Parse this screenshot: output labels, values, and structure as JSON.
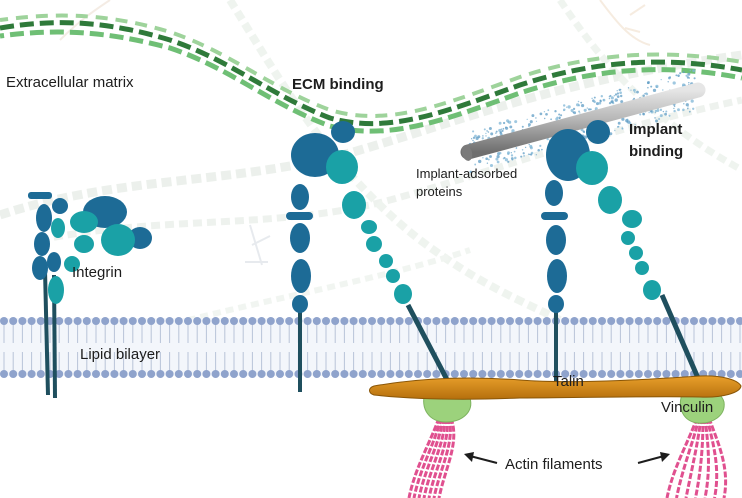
{
  "labels": {
    "extracellular_matrix": "Extracellular matrix",
    "ecm_binding": "ECM binding",
    "implant_binding_line1": "Implant",
    "implant_binding_line2": "binding",
    "implant_adsorbed_line1": "Implant-adsorbed",
    "implant_adsorbed_line2": "proteins",
    "integrin": "Integrin",
    "lipid_bilayer": "Lipid bilayer",
    "talin": "Talin",
    "vinculin": "Vinculin",
    "actin_filaments": "Actin filaments"
  },
  "colors": {
    "integrin_dark": "#1d6b96",
    "integrin_teal": "#1aa1a6",
    "membrane_head": "#8fa3cc",
    "talin": "#d58b17",
    "vinculin": "#9cd27c",
    "actin": "#e0508f",
    "ecm_fiber": "#3f8a45",
    "implant_rod": "#9a9a9a"
  }
}
